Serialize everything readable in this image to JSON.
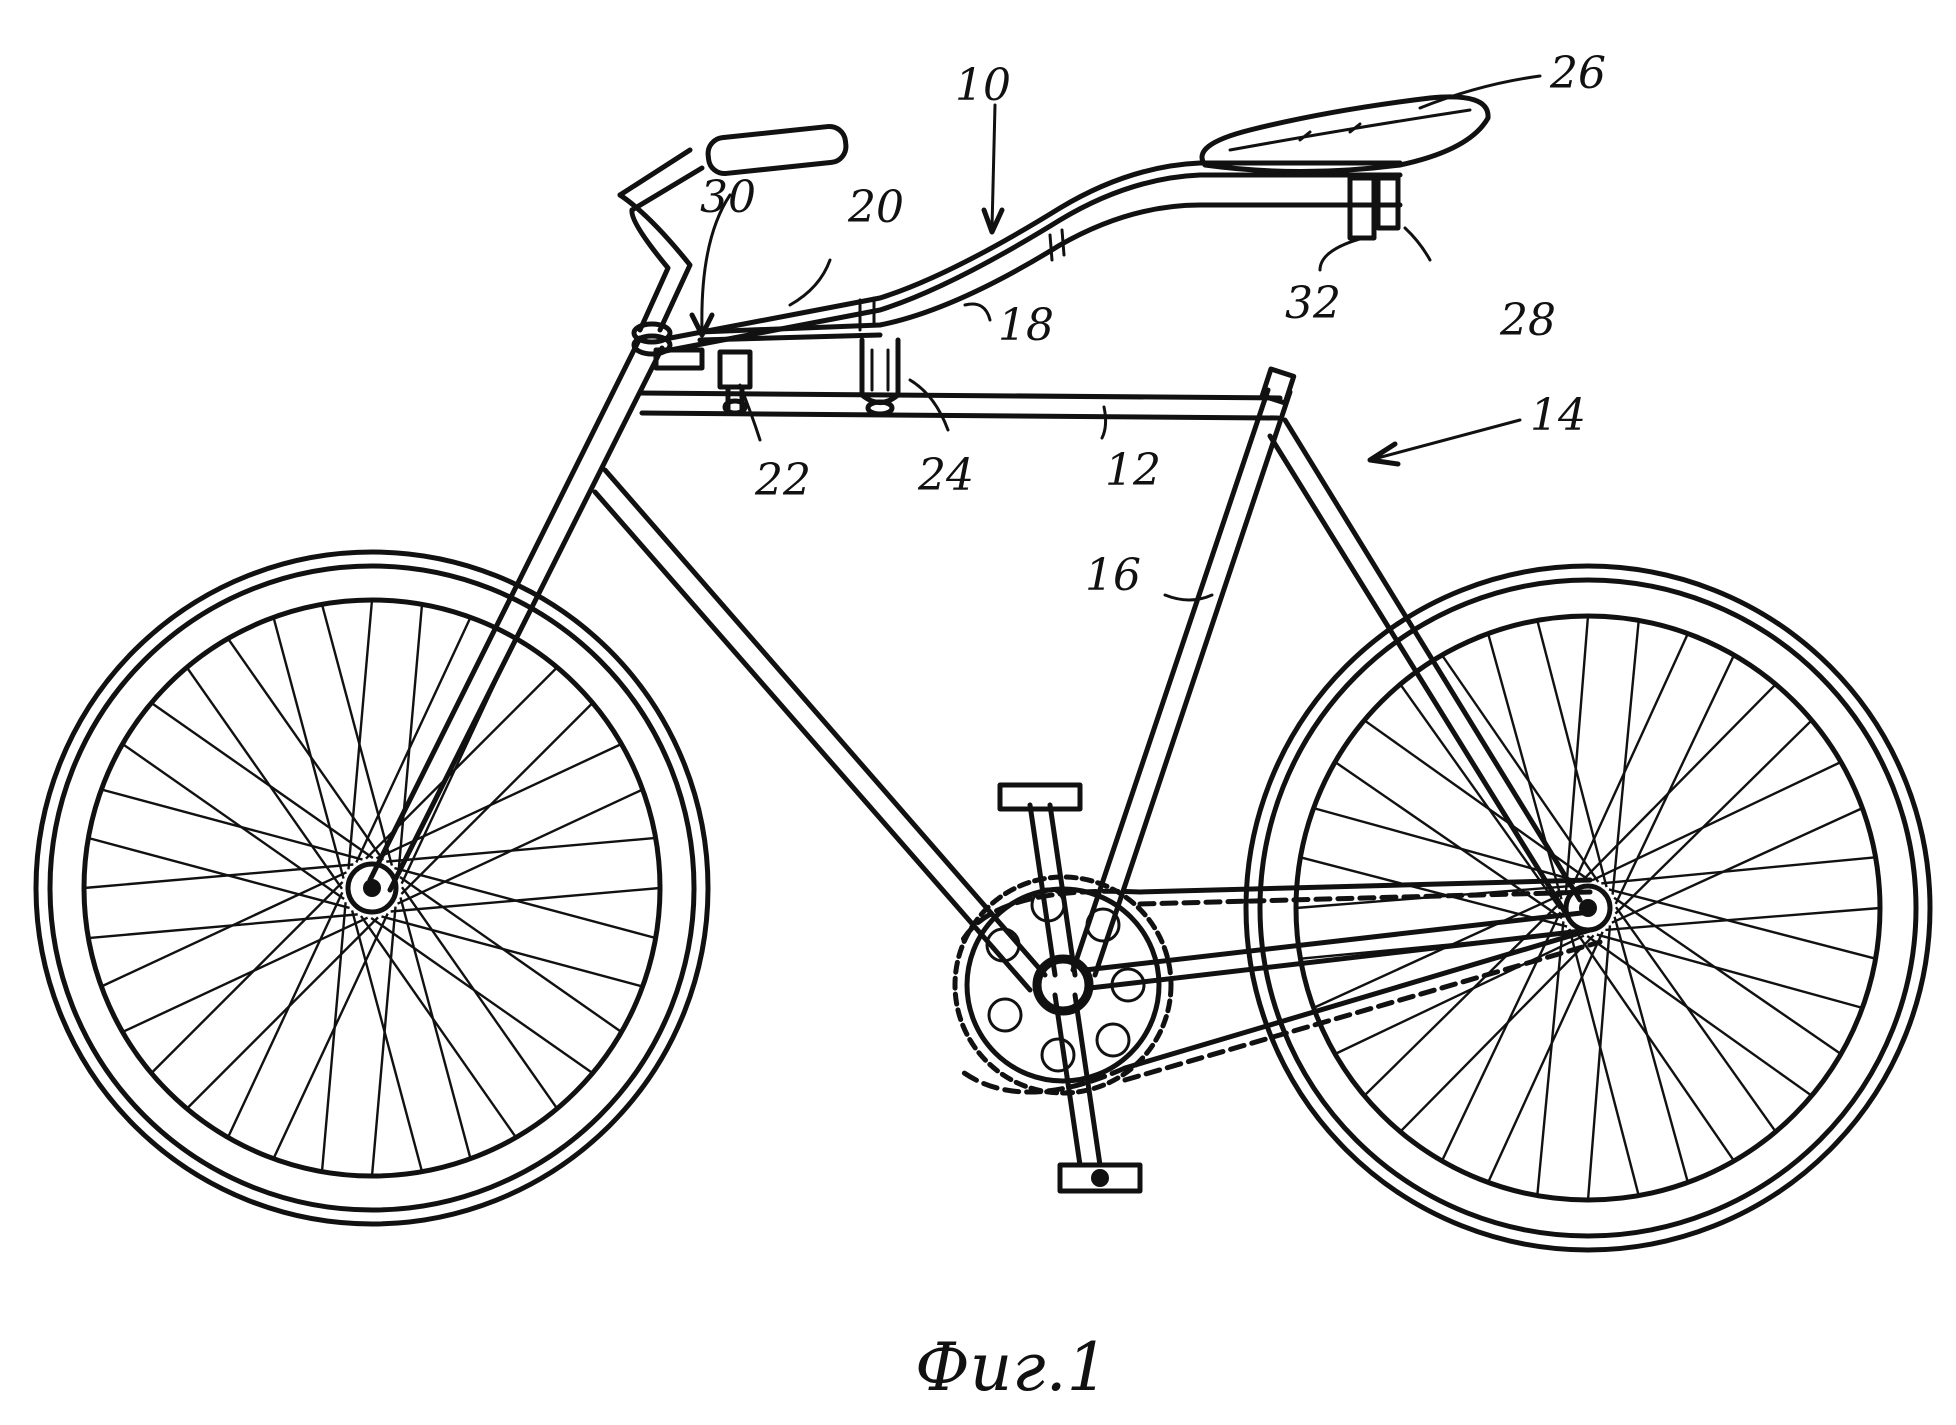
{
  "figure": {
    "caption": "Фиг.1"
  },
  "labels": [
    {
      "id": "label-10",
      "text": "10"
    },
    {
      "id": "label-12",
      "text": "12"
    },
    {
      "id": "label-14",
      "text": "14"
    },
    {
      "id": "label-16",
      "text": "16"
    },
    {
      "id": "label-18",
      "text": "18"
    },
    {
      "id": "label-20",
      "text": "20"
    },
    {
      "id": "label-22",
      "text": "22"
    },
    {
      "id": "label-24",
      "text": "24"
    },
    {
      "id": "label-26",
      "text": "26"
    },
    {
      "id": "label-28",
      "text": "28"
    },
    {
      "id": "label-30",
      "text": "30"
    },
    {
      "id": "label-32",
      "text": "32"
    }
  ]
}
